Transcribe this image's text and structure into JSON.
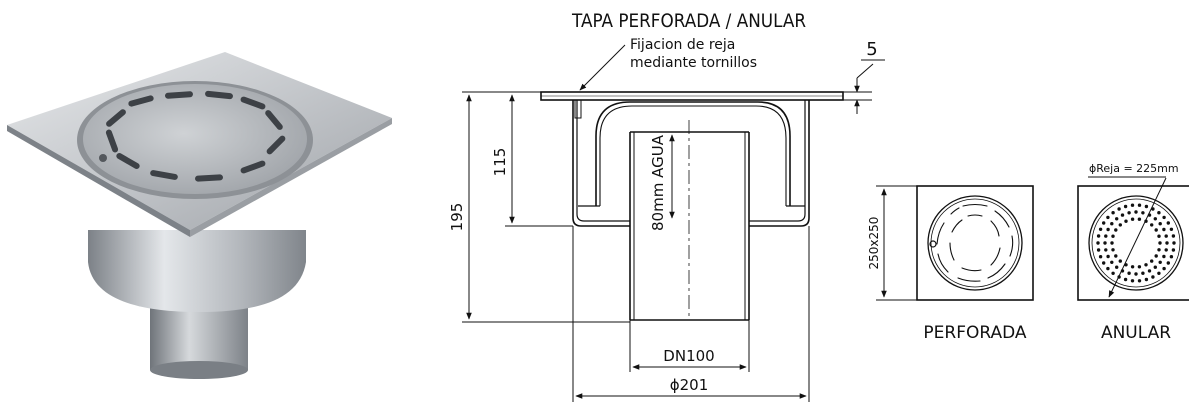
{
  "drawing": {
    "title": "TAPA PERFORADA / ANULAR",
    "note_line1": "Fijacion de reja",
    "note_line2": "mediante tornillos",
    "dim_thickness": "5",
    "dim_total_height": "195",
    "dim_body_height": "115",
    "dim_water": "80mm AGUA",
    "dim_outlet": "DN100",
    "dim_body_diameter": "ϕ201",
    "dim_grate_size": "250x250",
    "dim_grate_diameter": "ϕReja = 225mm",
    "label_perforated": "PERFORADA",
    "label_annular": "ANULAR"
  },
  "colors": {
    "line": "#111111",
    "steel_light": "#d9dcdf",
    "steel_mid": "#a9adb2",
    "steel_dark": "#6e7379"
  },
  "icons": {
    "photo": "floor-drain-photo"
  }
}
